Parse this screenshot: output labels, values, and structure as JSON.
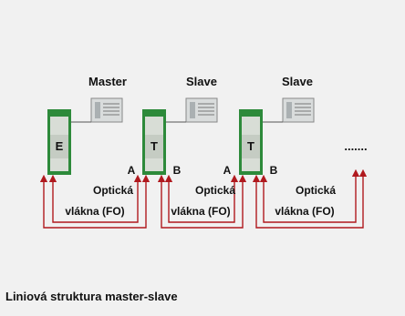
{
  "diagram": {
    "nodes": [
      {
        "role": "Master",
        "module_letter": "E",
        "port_left": "",
        "port_right": "A"
      },
      {
        "role": "Slave",
        "module_letter": "T",
        "port_left": "B",
        "port_right": "A"
      },
      {
        "role": "Slave",
        "module_letter": "T",
        "port_left": "B",
        "port_right": ""
      }
    ],
    "fiber_label_line1": "Optická",
    "fiber_label_line2": "vlákna (FO)",
    "continuation": ".......",
    "colors": {
      "module_green": "#2d8a3a",
      "module_body": "#d8ddd6",
      "fiber_red": "#b0191e",
      "device_gray": "#d9dcdc"
    }
  },
  "caption": "Liniová struktura master-slave"
}
